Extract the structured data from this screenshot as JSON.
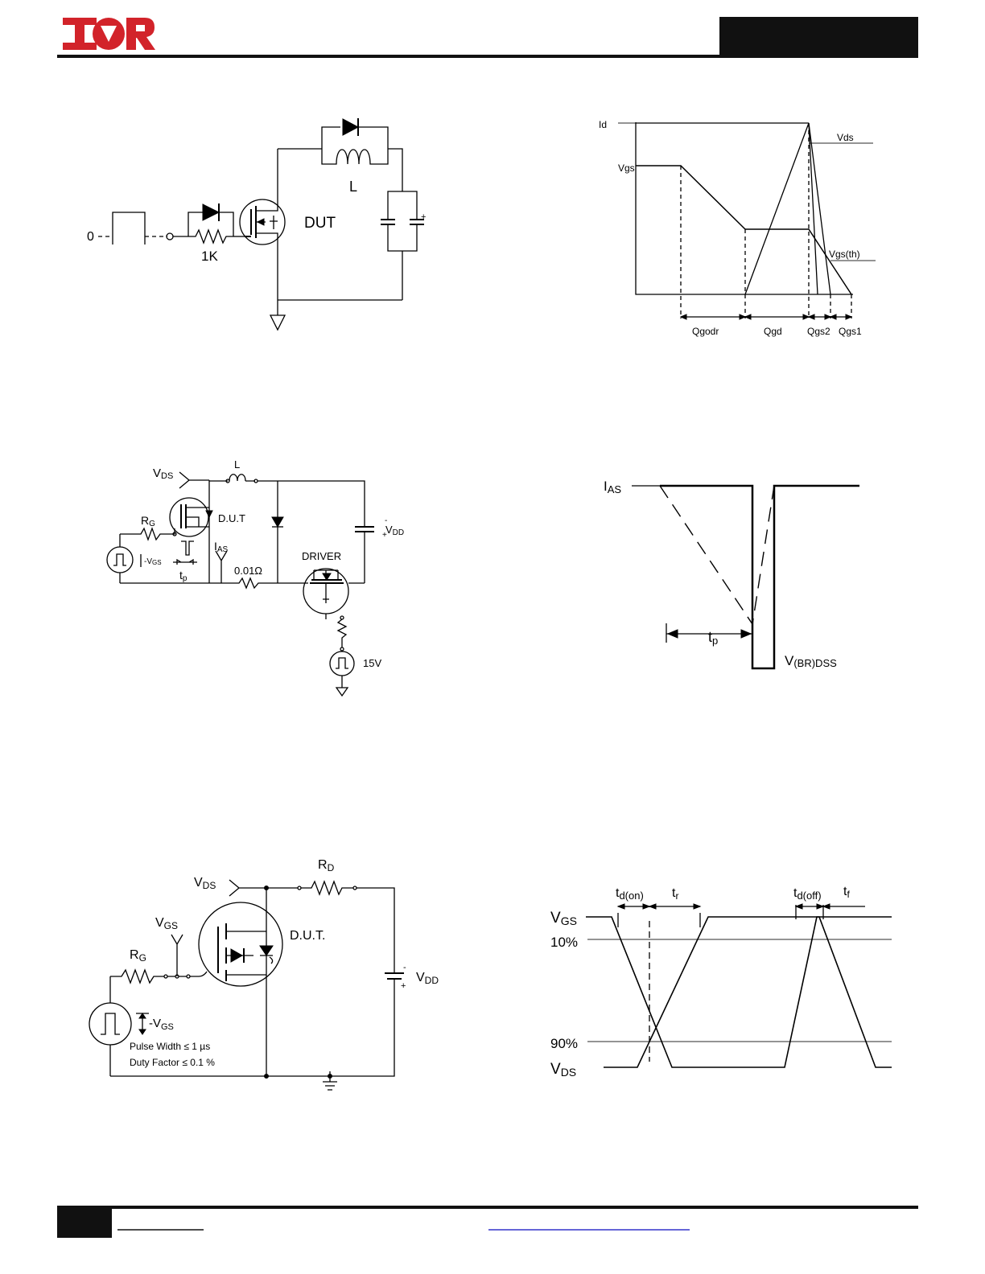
{
  "header": {
    "logo_text": "IOR",
    "logo_color": "#d2232a",
    "bar_color": "#111111"
  },
  "fig_gate_charge_circuit": {
    "label_l": "L",
    "label_dut": "DUT",
    "label_1k": "1K",
    "label_zero": "0"
  },
  "fig_gate_charge_waveform": {
    "id": "Id",
    "vds": "Vds",
    "vgs": "Vgs",
    "vgs_th": "Vgs(th)",
    "qgodr": "Qgodr",
    "qgd": "Qgd",
    "qgs2": "Qgs2",
    "qgs1": "Qgs1"
  },
  "fig_avalanche_circuit": {
    "vds_main": "V",
    "vds_sub": "DS",
    "l": "L",
    "dut": "D.U.T",
    "rg_main": "R",
    "rg_sub": "G",
    "vgs_label": "-V",
    "vgs_sub": "GS",
    "ias_main": "I",
    "ias_sub": "AS",
    "tp_main": "t",
    "tp_sub": "p",
    "shunt": "0.01Ω",
    "driver": "DRIVER",
    "vdd_main": "V",
    "vdd_sub": "DD",
    "v15": "15V"
  },
  "fig_avalanche_waveform": {
    "ias_main": "I",
    "ias_sub": "AS",
    "tp_main": "t",
    "tp_sub": "p",
    "vbr_main": "V",
    "vbr_sub": "(BR)DSS"
  },
  "fig_switching_circuit": {
    "vds_main": "V",
    "vds_sub": "DS",
    "rd_main": "R",
    "rd_sub": "D",
    "vgs_main": "V",
    "vgs_sub": "GS",
    "dut": "D.U.T.",
    "rg_main": "R",
    "rg_sub": "G",
    "vdd_main": "V",
    "vdd_sub": "DD",
    "neg_vgs_main": "-V",
    "neg_vgs_sub": "GS",
    "pulse_width": "Pulse Width ≤ 1 µs",
    "duty_factor": "Duty Factor ≤ 0.1 %"
  },
  "fig_switching_waveform": {
    "vgs_main": "V",
    "vgs_sub": "GS",
    "vds_main": "V",
    "vds_sub": "DS",
    "p10": "10%",
    "p90": "90%",
    "tdon_main": "t",
    "tdon_sub": "d(on)",
    "tr_main": "t",
    "tr_sub": "r",
    "tdoff_main": "t",
    "tdoff_sub": "d(off)",
    "tf_main": "t",
    "tf_sub": "f"
  },
  "footer": {
    "bar_color": "#111111",
    "link_color": "#3333cc"
  }
}
